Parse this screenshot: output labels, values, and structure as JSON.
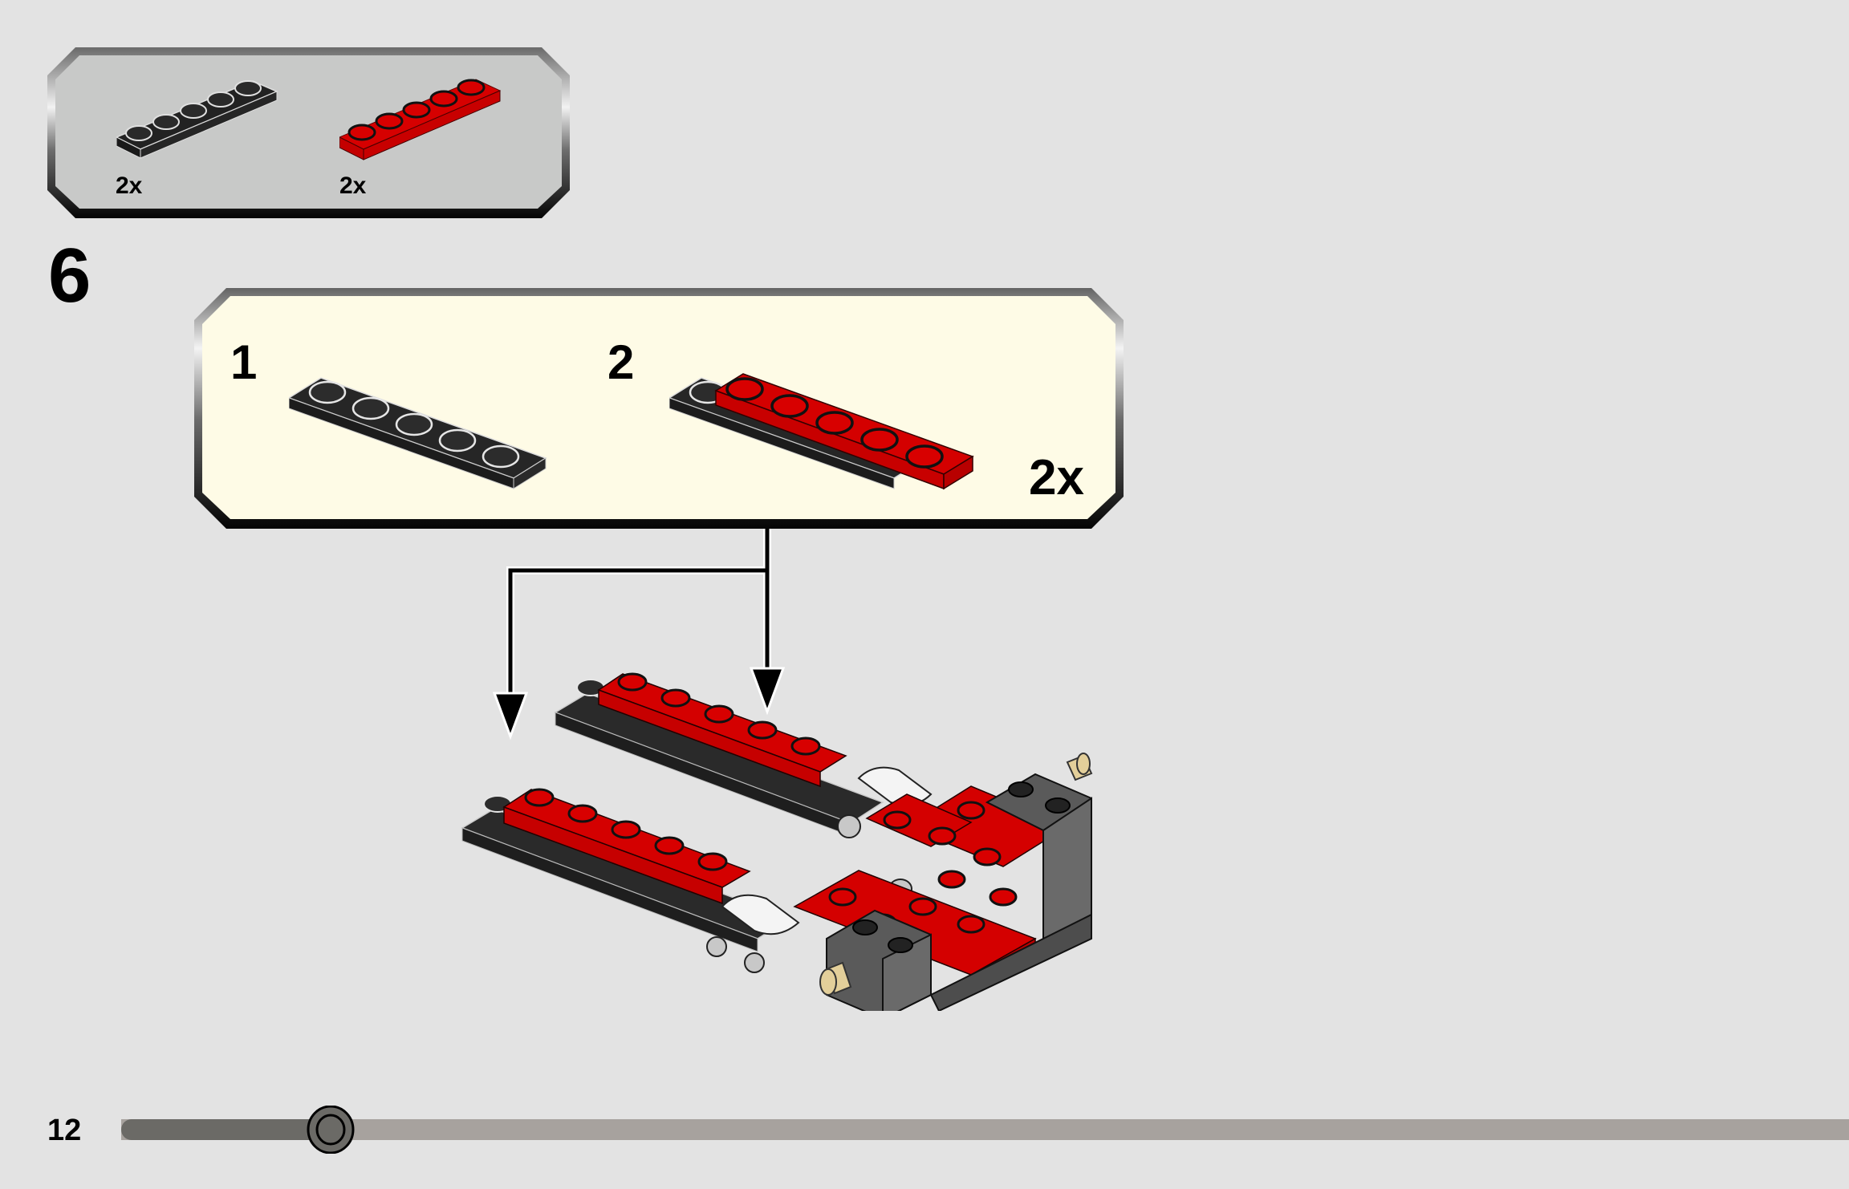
{
  "page": {
    "number": "12",
    "background": "#e3e3e3"
  },
  "parts_list": {
    "items": [
      {
        "part": "plate-1x6",
        "color_name": "black",
        "color": "#2b2b2b",
        "quantity": "2x"
      },
      {
        "part": "plate-1x6",
        "color_name": "red",
        "color": "#d40000",
        "quantity": "2x"
      }
    ],
    "background": "#c8c9c8"
  },
  "step": {
    "number": "6",
    "sub_assembly": {
      "background": "#fefbe6",
      "steps": [
        {
          "index": "1",
          "part": "plate-1x6",
          "color_name": "black"
        },
        {
          "index": "2",
          "part": "plate-1x6",
          "color_name": "red"
        }
      ],
      "multiplier": "2x"
    },
    "callout_arrows": 2
  },
  "progress": {
    "percent": 12,
    "filled_color": "#6b6a66",
    "track_color": "#a7a29e"
  }
}
